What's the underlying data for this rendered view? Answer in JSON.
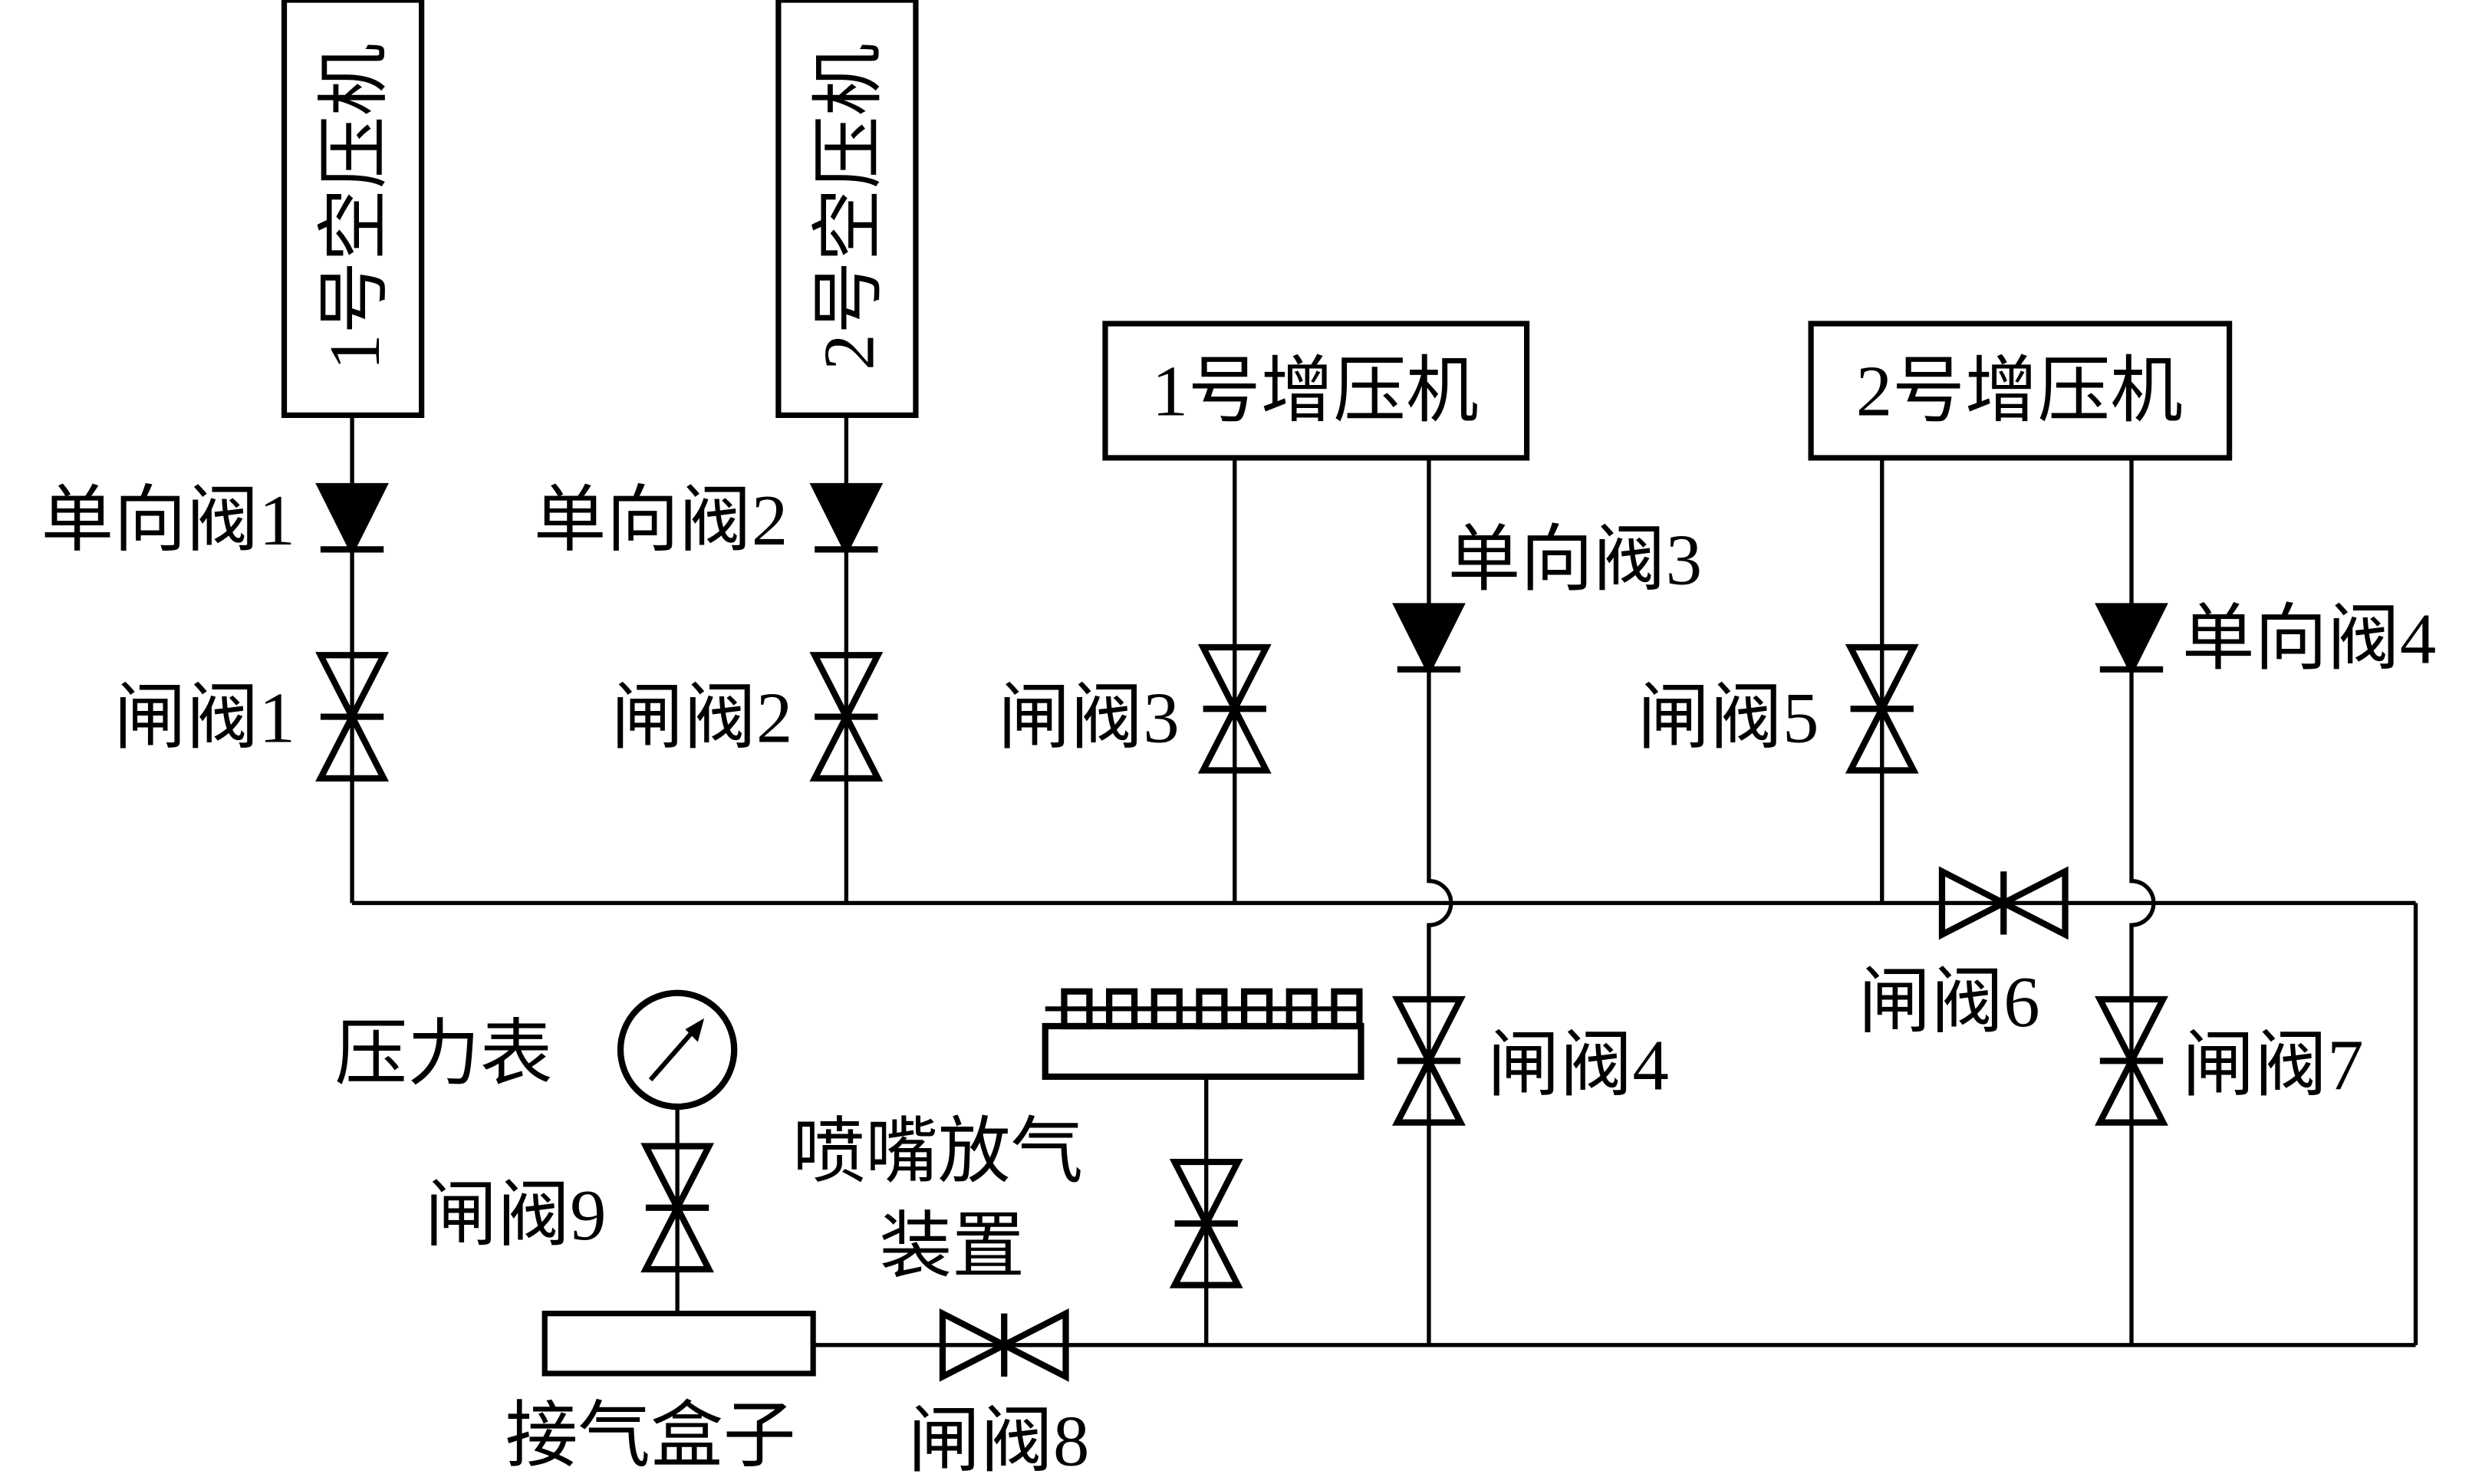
{
  "diagram": {
    "components": {
      "compressor_1": "1号空压机",
      "compressor_2": "2号空压机",
      "booster_1": "1号增压机",
      "booster_2": "2号增压机",
      "pressure_gauge": "压力表",
      "nozzle_vent_line1": "喷嘴放气",
      "nozzle_vent_line2": "装置",
      "gas_box": "接气盒子"
    },
    "check_valves": [
      "单向阀1",
      "单向阀2",
      "单向阀3",
      "单向阀4"
    ],
    "gate_valves": [
      "闸阀1",
      "闸阀2",
      "闸阀3",
      "闸阀4",
      "闸阀5",
      "闸阀6",
      "闸阀7",
      "闸阀8",
      "闸阀9"
    ]
  }
}
